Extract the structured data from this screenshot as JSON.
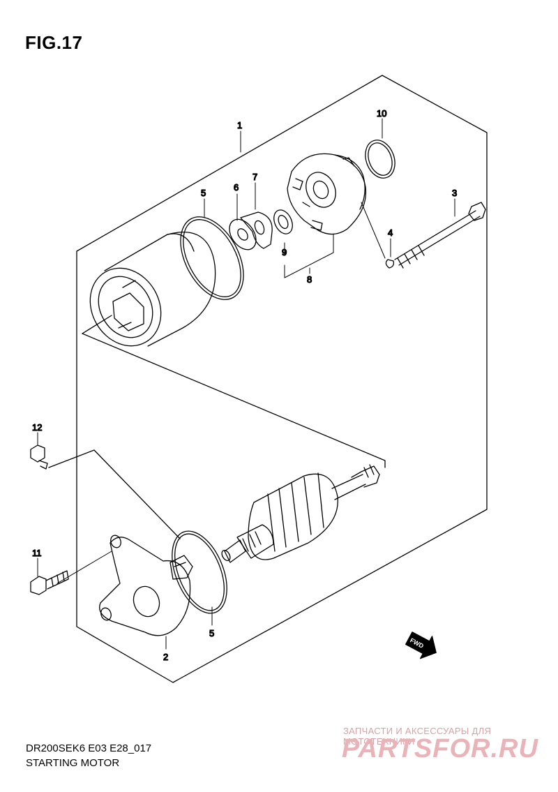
{
  "figure": {
    "title": "FIG.17"
  },
  "callouts": [
    "1",
    "2",
    "3",
    "4",
    "5",
    "5",
    "6",
    "7",
    "8",
    "9",
    "10",
    "11",
    "12"
  ],
  "fwd_label": "FWD",
  "footer": {
    "code": "DR200SEK6 E03 E28_017",
    "name": "STARTING MOTOR"
  },
  "watermark": {
    "tagline": "ЗАПЧАСТИ И АКСЕССУАРЫ ДЛЯ МОТОТЕХНИКИ",
    "logo": "PARTSFOR.RU"
  },
  "colors": {
    "line": "#000000",
    "watermark": "#e9b3b8"
  }
}
